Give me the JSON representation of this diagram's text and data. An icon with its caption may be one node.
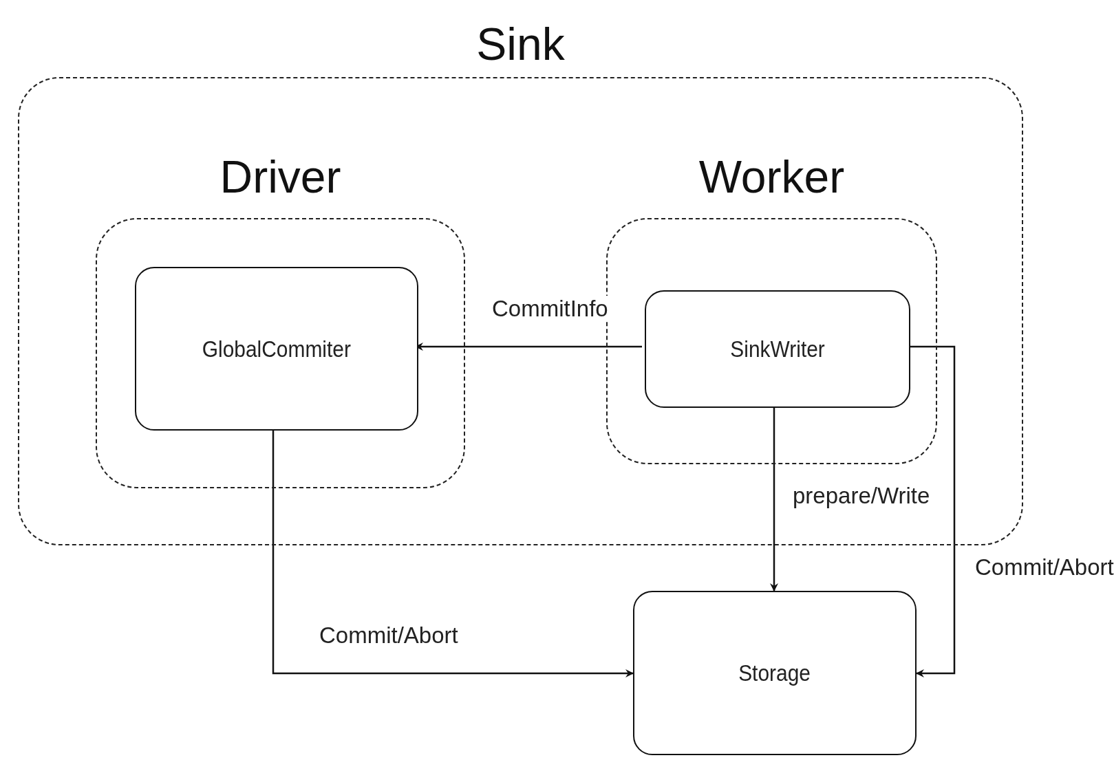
{
  "diagram": {
    "nodes": [
      {
        "text": [
          "Sink"
        ]
      },
      {
        "text": [
          "Driver"
        ],
        "in": 0
      },
      {
        "text": [
          "GlobalCommiter"
        ],
        "in": 1
      },
      {
        "text": [
          "Worker"
        ],
        "in": 0
      },
      {
        "text": [
          "SinkWriter"
        ],
        "in": 3
      },
      {
        "text": [
          "Storage"
        ]
      }
    ],
    "edges": [
      {
        "from": 4,
        "to": 2,
        "arrow": "to",
        "label": "CommitInfo"
      },
      {
        "from": 4,
        "to": 5,
        "arrow": "to",
        "label": "prepare/Write"
      },
      {
        "from": 4,
        "to": 5,
        "arrow": "to",
        "label": "Commit/Abort"
      },
      {
        "from": 2,
        "to": 5,
        "arrow": "to",
        "label": "Commit/Abort"
      }
    ]
  }
}
